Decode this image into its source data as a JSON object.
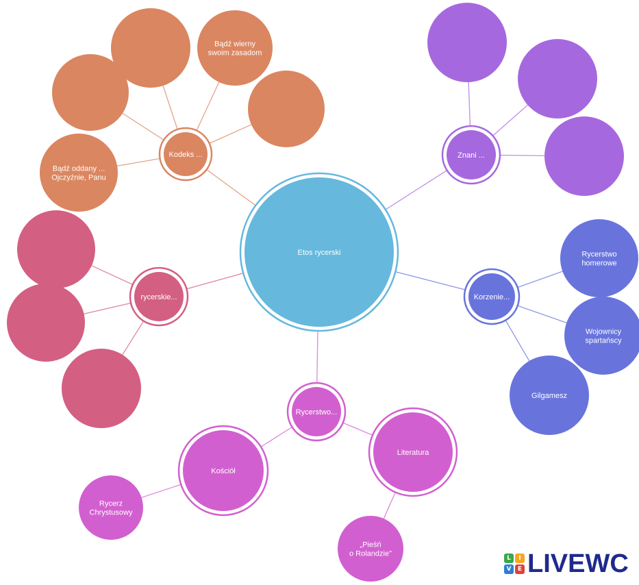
{
  "center": {
    "label": "Etos rycerski",
    "color": "#66b8dd"
  },
  "branches": [
    {
      "id": "kodeks",
      "label": "Kodeks ...",
      "color": "#da8660",
      "children": [
        "",
        "",
        "Bądź wierny\nswoim zasadom",
        "",
        "Bądź oddany ...\nOjczyźnie, Panu"
      ]
    },
    {
      "id": "znani",
      "label": "Znani ...",
      "color": "#a668de",
      "children": [
        "",
        "",
        ""
      ]
    },
    {
      "id": "korzenie",
      "label": "Korzenie...",
      "color": "#6874dc",
      "children": [
        "Rycerstwo\nhomerowe",
        "Wojownicy\nspartańscy",
        "Gilgamesz"
      ]
    },
    {
      "id": "rycerstwo",
      "label": "Rycerstwo...",
      "color": "#d25fcf",
      "children": [
        "Kościół",
        "Literatura",
        "Rycerz\nChrystusowy",
        "„Pieśń\no Rolandzie\""
      ]
    },
    {
      "id": "rycerskie",
      "label": "rycerskie...",
      "color": "#d35f83",
      "children": [
        "",
        "",
        ""
      ]
    }
  ],
  "logo": {
    "text": "LIVEWC",
    "badge": [
      "L",
      "I",
      "V",
      "E"
    ]
  }
}
